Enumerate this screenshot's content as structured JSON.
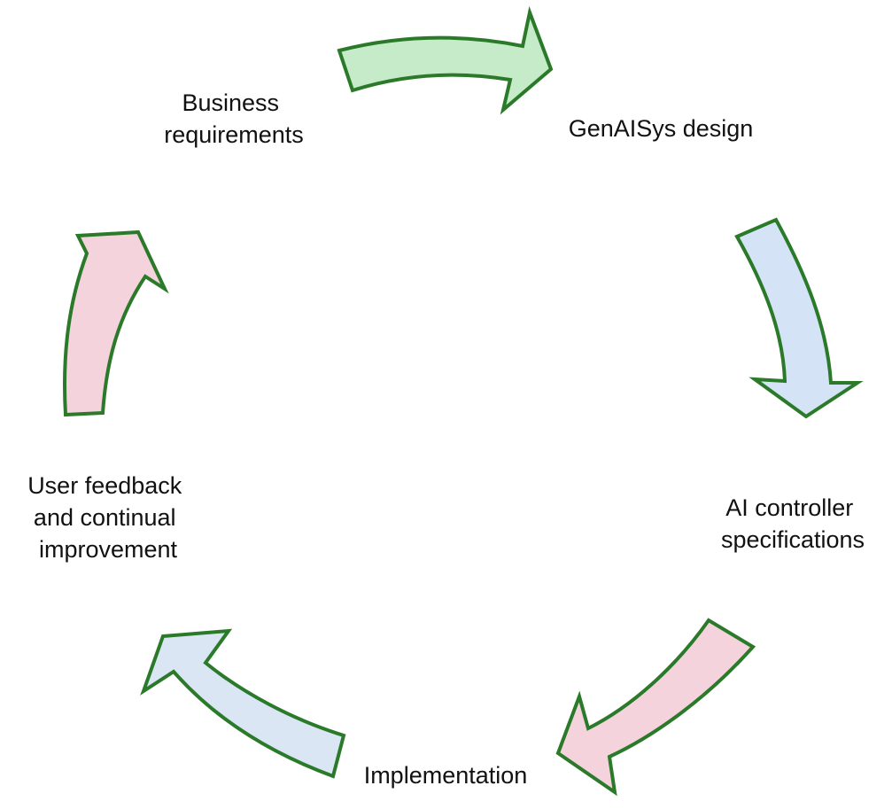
{
  "stages": [
    {
      "id": "business",
      "lines": [
        "Business",
        "requirements"
      ]
    },
    {
      "id": "design",
      "lines": [
        "GenAISys design"
      ]
    },
    {
      "id": "controller",
      "lines": [
        "AI controller",
        "specifications"
      ]
    },
    {
      "id": "implementation",
      "lines": [
        "Implementation"
      ]
    },
    {
      "id": "feedback",
      "lines": [
        "User feedback",
        "and continual",
        "improvement"
      ]
    }
  ],
  "arrows": [
    {
      "id": "business-to-design",
      "fill": "#c6ebc9"
    },
    {
      "id": "design-to-controller",
      "fill": "#d4e4f6"
    },
    {
      "id": "controller-to-implementation",
      "fill": "#f5d3dd"
    },
    {
      "id": "implementation-to-feedback",
      "fill": "#dae6f4"
    },
    {
      "id": "feedback-to-business",
      "fill": "#f5d3dd"
    }
  ],
  "colors": {
    "arrow_stroke": "#2a7a2a",
    "text": "#111111",
    "background": "#ffffff"
  }
}
